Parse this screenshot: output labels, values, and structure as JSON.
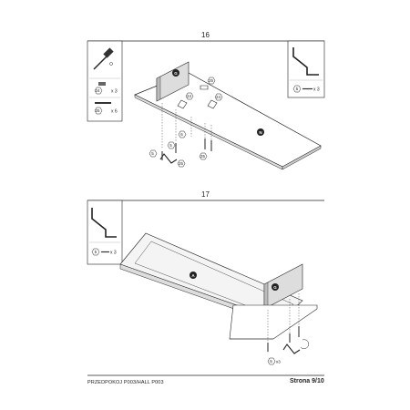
{
  "steps": [
    {
      "number": "16",
      "parts_box": [
        {
          "icon": "screwdriver-icon",
          "id": "",
          "qty": ""
        },
        {
          "icon": "hexagon-part-icon",
          "id": "24",
          "qty": "x 3"
        },
        {
          "icon": "screw-icon",
          "id": "25",
          "qty": "x 6"
        }
      ],
      "tool_box": {
        "icon": "allen-key-icon",
        "id": "5",
        "qty": "x 3"
      },
      "labels": [
        "G",
        "N",
        "24",
        "25",
        "5",
        "6"
      ]
    },
    {
      "number": "17",
      "tool_box": {
        "icon": "allen-key-icon",
        "id": "5",
        "qty": "x 3"
      },
      "labels": [
        "A",
        "G",
        "5",
        "x3"
      ]
    }
  ],
  "footer": {
    "model": "PRZEDPOKOJ P003/HALL P003",
    "page": "Strona 9/10"
  }
}
